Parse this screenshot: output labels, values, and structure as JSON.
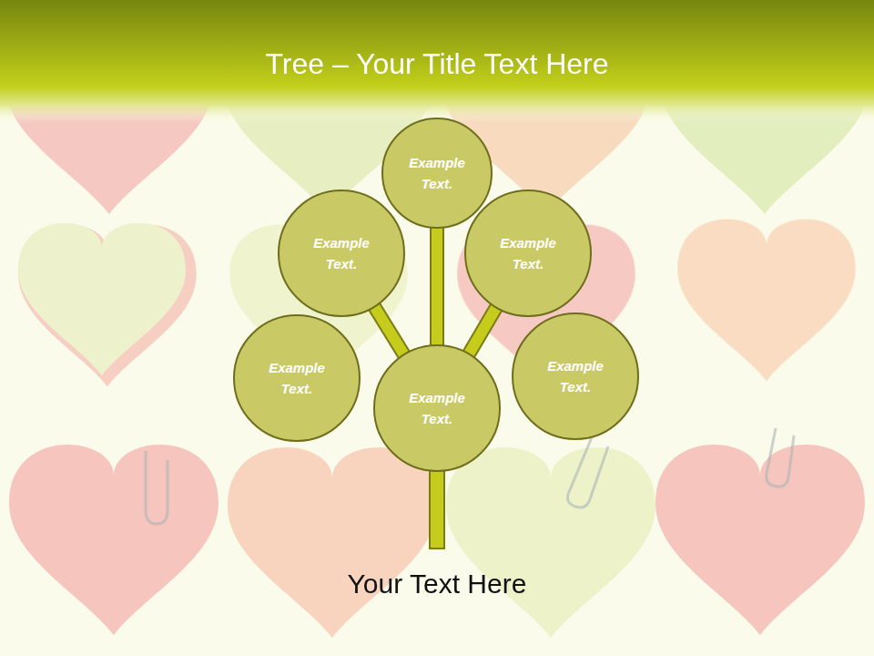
{
  "diagram": {
    "title": "Tree – Your Title Text Here",
    "caption": "Your Text Here",
    "nodes": [
      {
        "text": [
          "Example Text."
        ]
      },
      {
        "text": [
          "Example Text."
        ]
      },
      {
        "text": [
          "Example Text."
        ]
      },
      {
        "text": [
          "Example Text."
        ]
      },
      {
        "text": [
          "Example Text."
        ]
      },
      {
        "text": [
          "Example Text."
        ]
      }
    ],
    "edges": [
      {
        "from": 5,
        "to": 0,
        "arrow": "none"
      },
      {
        "from": 5,
        "to": 1,
        "arrow": "none"
      },
      {
        "from": 5,
        "to": 2,
        "arrow": "none"
      }
    ]
  }
}
